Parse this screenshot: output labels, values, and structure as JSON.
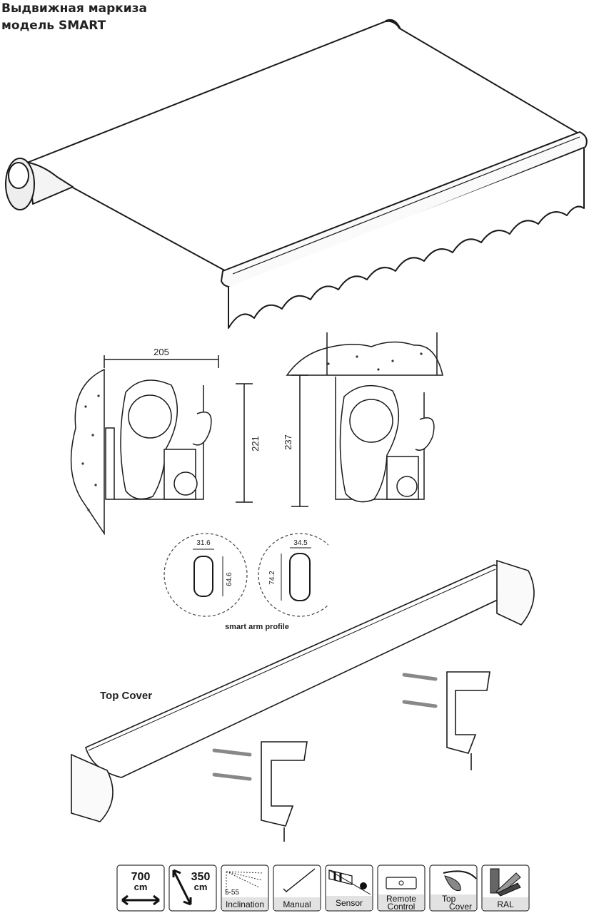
{
  "title": {
    "line1": "Выдвижная маркиза",
    "line2": "модель SMART"
  },
  "side_dims": {
    "width": "205",
    "height_left": "221",
    "height_right": "237"
  },
  "arm_profiles": {
    "caption": "smart arm profile",
    "left": {
      "width": "31.6",
      "height": "64.6"
    },
    "right": {
      "width": "34.5",
      "height": "74.2"
    }
  },
  "top_cover_label": "Top Cover",
  "features": {
    "width_value": "700",
    "width_unit": "cm",
    "projection_value": "350",
    "projection_unit": "cm",
    "inclination_range": "5-55",
    "inclination_label": "Inclination",
    "manual_label": "Manual",
    "sensor_label": "Sensor",
    "remote_line1": "Remote",
    "remote_line2": "Control",
    "topcover_line1": "Top",
    "topcover_line2": "Cover",
    "ral_label": "RAL"
  },
  "icons": [
    "width-arrow-icon",
    "projection-arrow-icon",
    "inclination-icon",
    "manual-crank-icon",
    "wind-sun-sensor-icon",
    "remote-control-icon",
    "top-cover-icon",
    "ral-swatch-icon"
  ]
}
